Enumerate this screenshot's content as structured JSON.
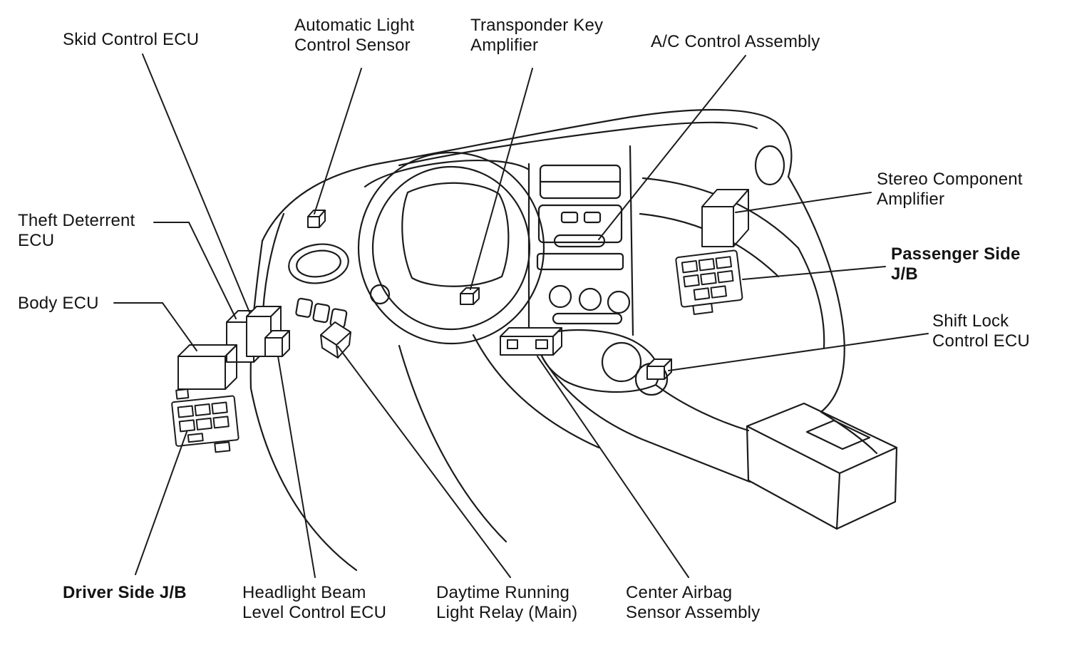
{
  "page": {
    "background": "#ffffff",
    "line_color": "#1b1b1b"
  },
  "labels": {
    "skid_control_ecu": {
      "text": "Skid Control ECU",
      "bold": false
    },
    "automatic_light_control_sensor": {
      "text": "Automatic Light\nControl Sensor",
      "bold": false
    },
    "transponder_key_amplifier": {
      "text": "Transponder Key\nAmplifier",
      "bold": false
    },
    "ac_control_assembly": {
      "text": "A/C Control Assembly",
      "bold": false
    },
    "stereo_component_amplifier": {
      "text": "Stereo Component\nAmplifier",
      "bold": false
    },
    "passenger_side_jb": {
      "text": "Passenger Side\nJ/B",
      "bold": true
    },
    "shift_lock_control_ecu": {
      "text": "Shift Lock\nControl ECU",
      "bold": false
    },
    "theft_deterrent_ecu": {
      "text": "Theft Deterrent\nECU",
      "bold": false
    },
    "body_ecu": {
      "text": "Body ECU",
      "bold": false
    },
    "driver_side_jb": {
      "text": "Driver Side J/B",
      "bold": true
    },
    "headlight_beam_level_control_ecu": {
      "text": "Headlight Beam\nLevel Control ECU",
      "bold": false
    },
    "daytime_running_light_relay": {
      "text": "Daytime Running\nLight Relay (Main)",
      "bold": false
    },
    "center_airbag_sensor_assembly": {
      "text": "Center Airbag\nSensor Assembly",
      "bold": false
    }
  }
}
